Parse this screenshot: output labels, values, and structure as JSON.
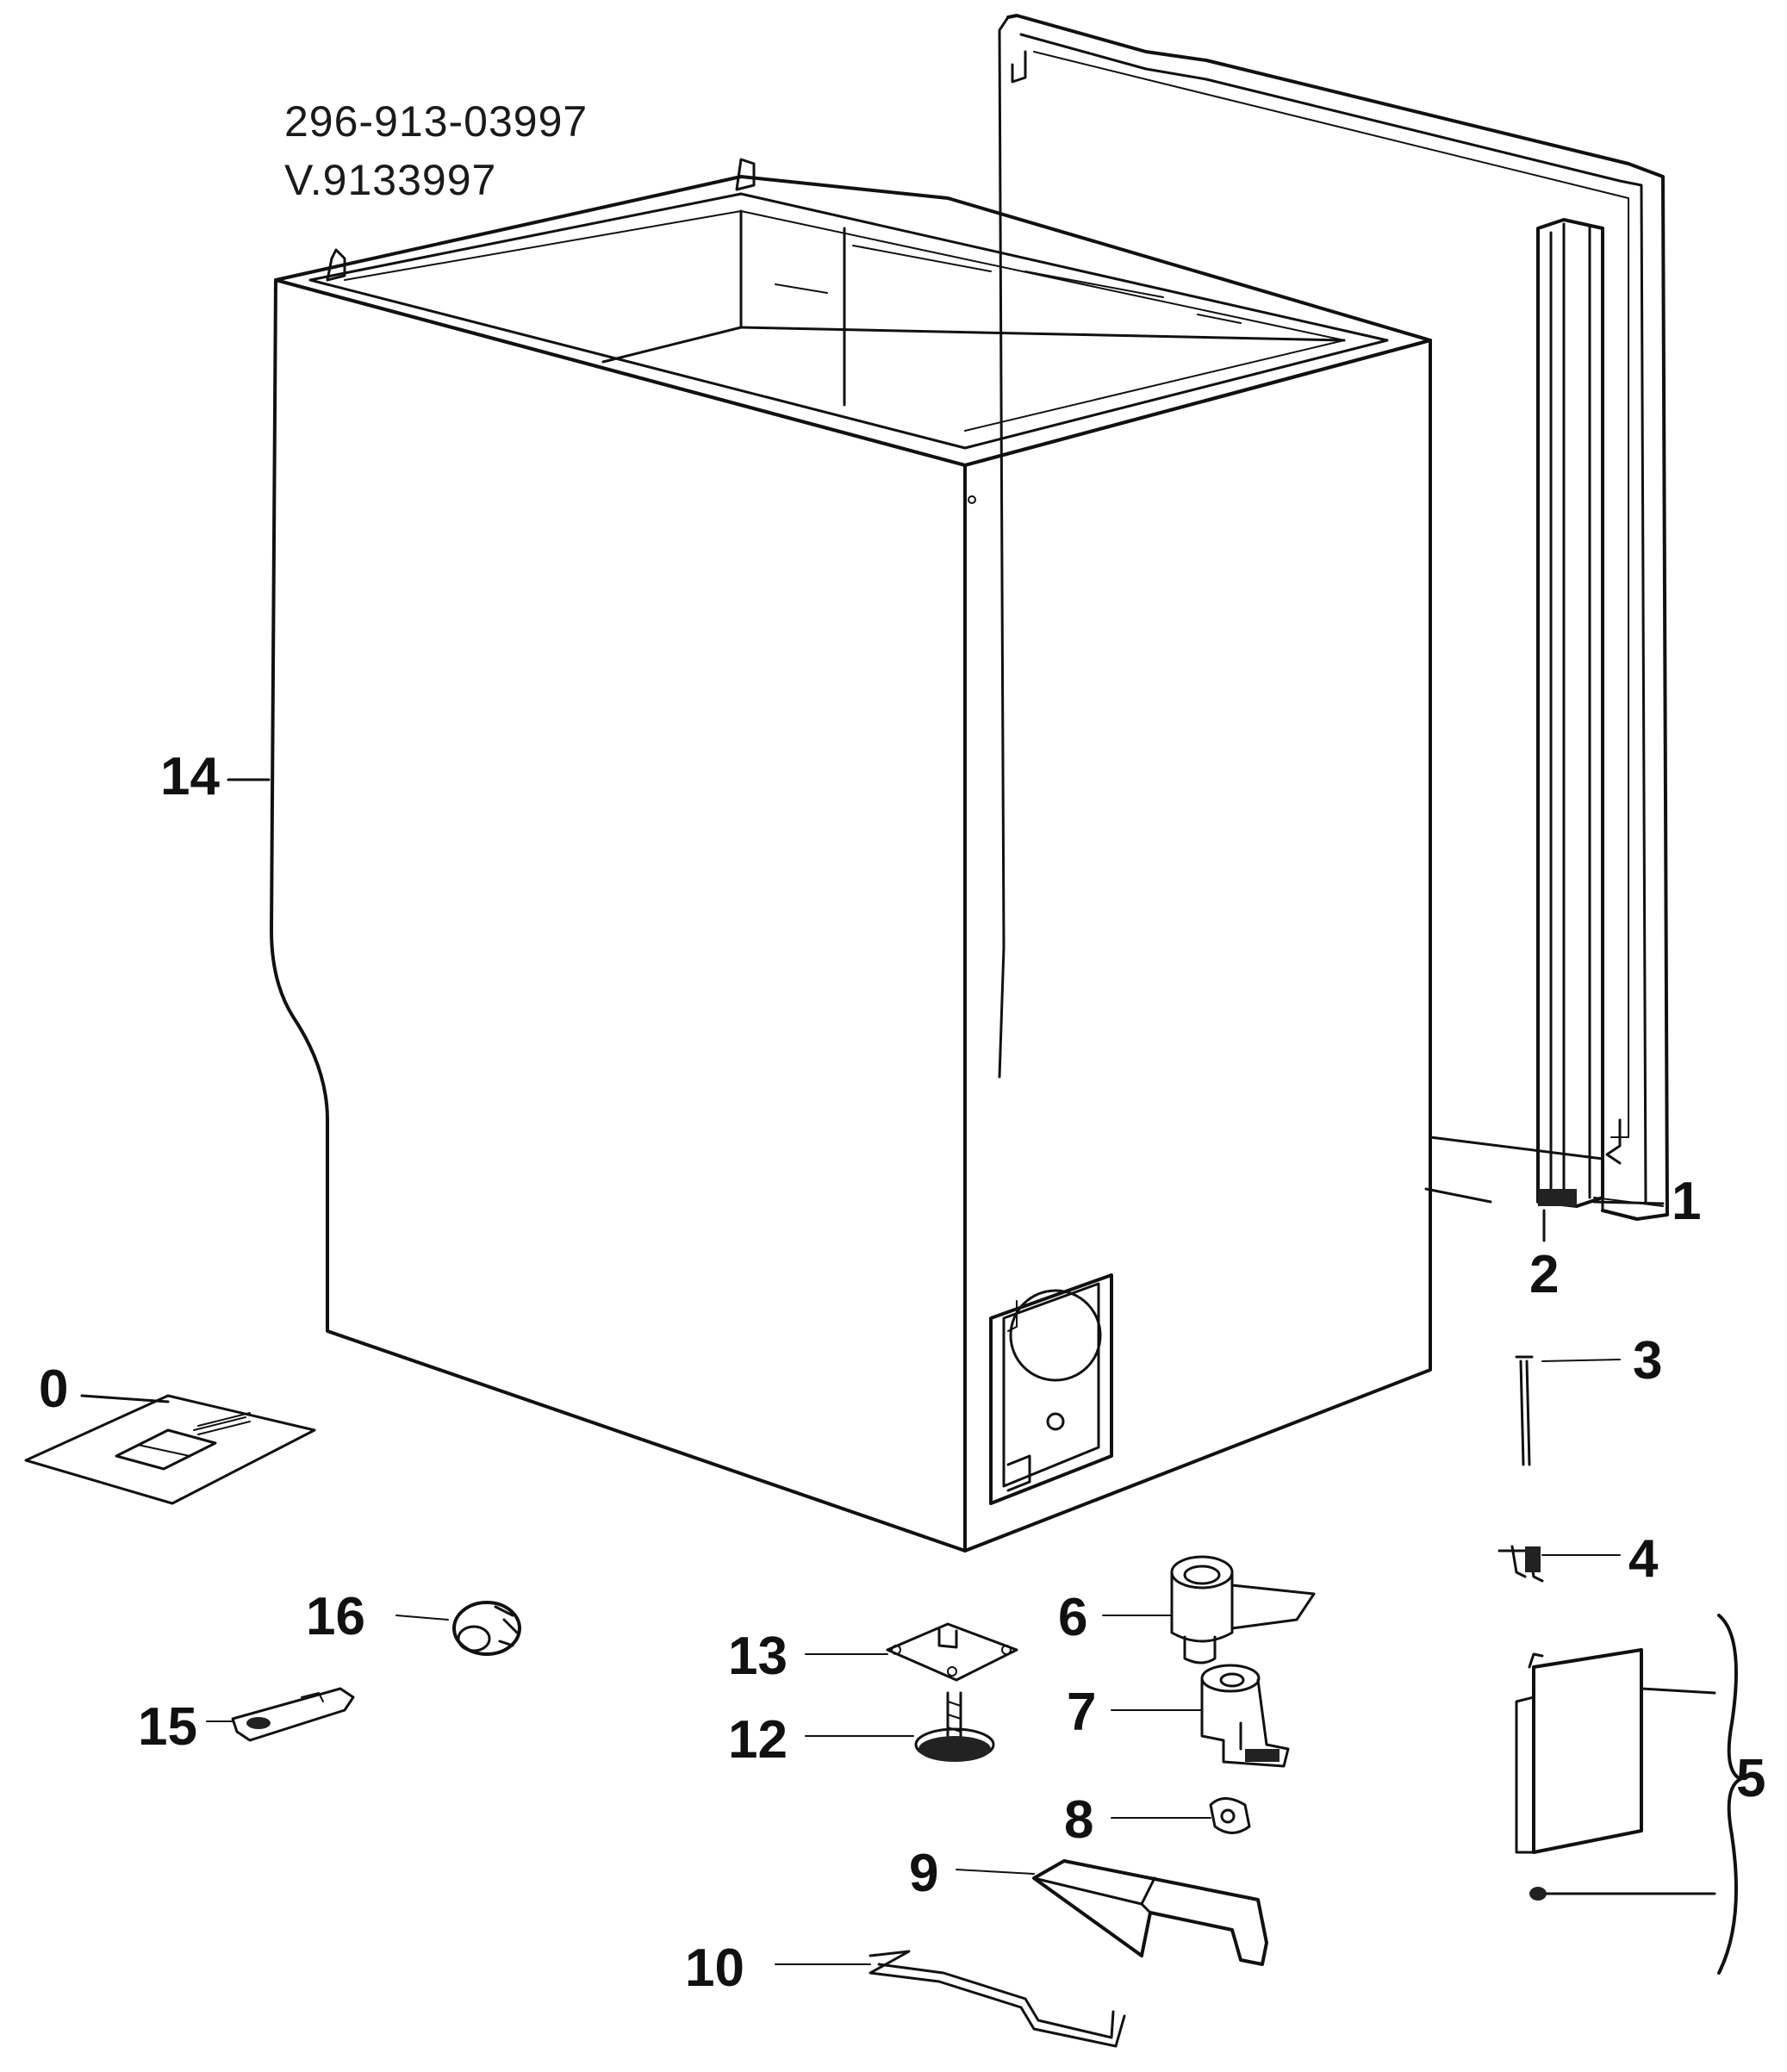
{
  "reference_codes": [
    "296-913-03997",
    "V.9133997"
  ],
  "part_labels": {
    "p0": "0",
    "p1": "1",
    "p2": "2",
    "p3": "3",
    "p4": "4",
    "p5": "5",
    "p6": "6",
    "p7": "7",
    "p8": "8",
    "p9": "9",
    "p10": "10",
    "p12": "12",
    "p13": "13",
    "p14": "14",
    "p15": "15",
    "p16": "16"
  },
  "colors": {
    "ink": "#111111",
    "paper": "#ffffff"
  }
}
